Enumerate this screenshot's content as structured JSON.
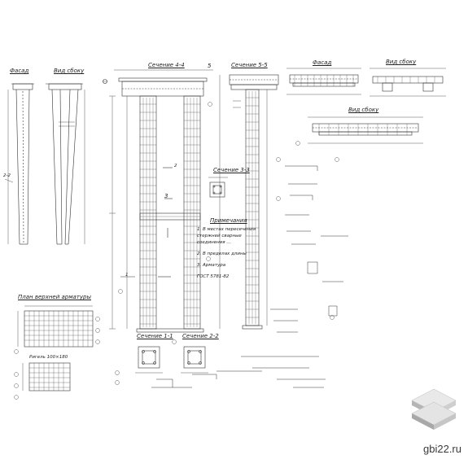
{
  "labels": {
    "facade_left": "Фасад",
    "side_view_left": "Вид сбоку",
    "section_4_4": "Сечение 4-4",
    "section_5_5": "Сечение 5-5",
    "facade_right": "Фасад",
    "side_view_right": "Вид сбоку",
    "side_view_mid": "Вид сбоку",
    "section_3_3": "Сечение 3-3",
    "notes_title": "Примечания",
    "mesh_plan": "План верхней арматуры",
    "grid_caption": "Ригель 100×180",
    "section_1_1": "Сечение 1-1",
    "section_2_2": "Сечение 2-2",
    "dim_2_2": "2-2",
    "mark_3": "3",
    "mark_5": "5",
    "mark_2": "2",
    "mark_1": "1"
  },
  "notes": [
    "1. В местах пересечения",
    "стержней сварные",
    "соединения ...",
    "2. В пределах длины",
    "3. Арматура",
    "ГОСТ 5781-82"
  ],
  "brand": {
    "site": "gbi22.ru"
  },
  "colors": {
    "ink": "#333333",
    "logo_light": "#e6e6e6",
    "logo_mid": "#c4c4c4",
    "logo_dark": "#9a9a9a"
  }
}
